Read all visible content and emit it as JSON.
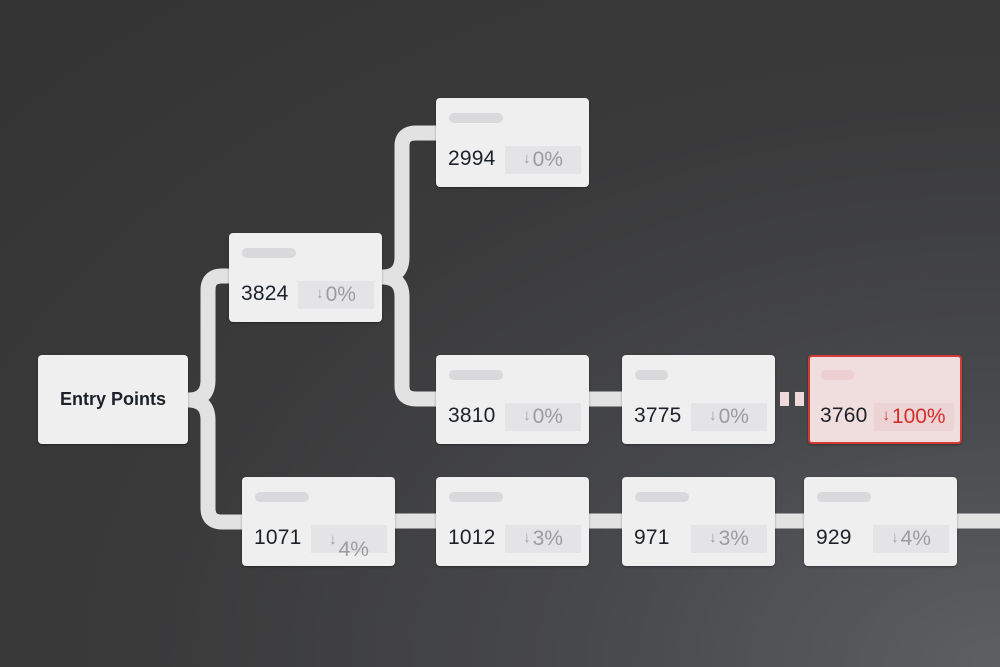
{
  "diagram": {
    "root": {
      "label": "Entry Points"
    },
    "nodes": [
      {
        "id": "n3824",
        "count": "3824",
        "delta": "0%",
        "arrow": "↓",
        "status": "normal"
      },
      {
        "id": "n2994",
        "count": "2994",
        "delta": "0%",
        "arrow": "↓",
        "status": "normal"
      },
      {
        "id": "n3810",
        "count": "3810",
        "delta": "0%",
        "arrow": "↓",
        "status": "normal"
      },
      {
        "id": "n3775",
        "count": "3775",
        "delta": "0%",
        "arrow": "↓",
        "status": "normal"
      },
      {
        "id": "n3760",
        "count": "3760",
        "delta": "100%",
        "arrow": "↓",
        "status": "dropoff"
      },
      {
        "id": "n1071",
        "count": "1071",
        "delta": "4%",
        "arrow": "↓",
        "status": "normal"
      },
      {
        "id": "n1012",
        "count": "1012",
        "delta": "3%",
        "arrow": "↓",
        "status": "normal"
      },
      {
        "id": "n971",
        "count": "971",
        "delta": "3%",
        "arrow": "↓",
        "status": "normal"
      },
      {
        "id": "n929",
        "count": "929",
        "delta": "4%",
        "arrow": "↓",
        "status": "normal"
      }
    ],
    "edges": [
      [
        "Entry Points",
        "3824"
      ],
      [
        "Entry Points",
        "1071"
      ],
      [
        "3824",
        "2994"
      ],
      [
        "3824",
        "3810"
      ],
      [
        "3810",
        "3775"
      ],
      [
        "3775",
        "3760"
      ],
      [
        "1071",
        "1012"
      ],
      [
        "1012",
        "971"
      ],
      [
        "971",
        "929"
      ]
    ],
    "colors": {
      "node_bg": "#efefef",
      "connector": "#e2e2e2",
      "alert_border": "#d63a35",
      "alert_text": "#d42e2a",
      "delta_text": "#9b9ca0",
      "count_text": "#1d2129"
    }
  }
}
